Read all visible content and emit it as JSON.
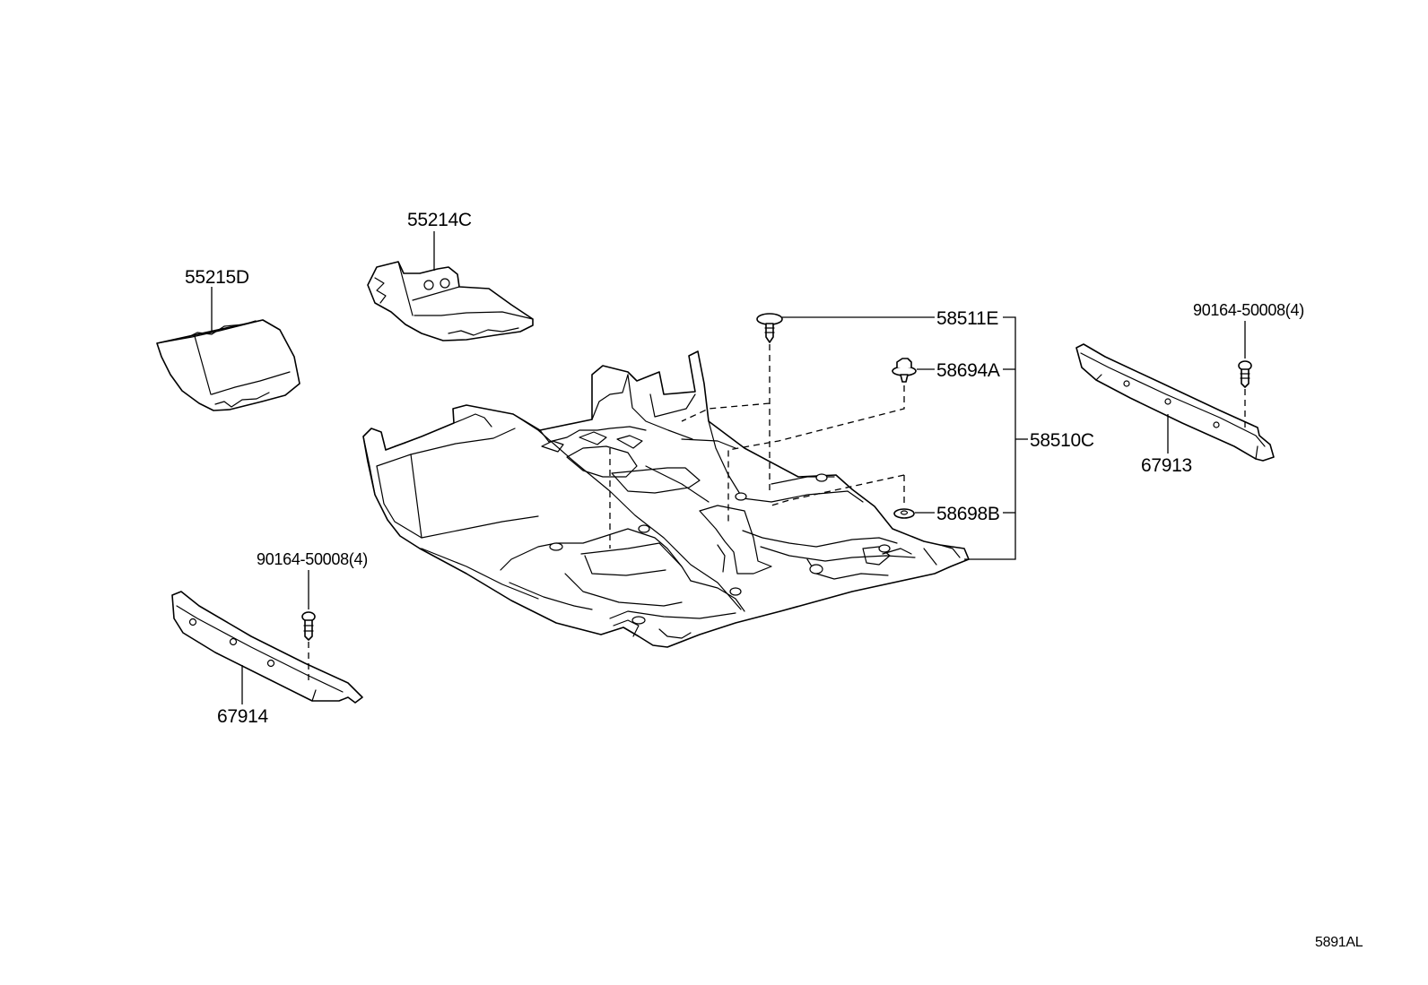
{
  "diagram": {
    "drawing_code": "5891AL",
    "parts": [
      {
        "id": "p55215d",
        "number": "55215D"
      },
      {
        "id": "p55214c",
        "number": "55214C"
      },
      {
        "id": "p58511e",
        "number": "58511E"
      },
      {
        "id": "p58694a",
        "number": "58694A"
      },
      {
        "id": "p58510c",
        "number": "58510C"
      },
      {
        "id": "p58698b",
        "number": "58698B"
      },
      {
        "id": "p90164r",
        "number": "90164-50008(4)"
      },
      {
        "id": "p67913",
        "number": "67913"
      },
      {
        "id": "p90164l",
        "number": "90164-50008(4)"
      },
      {
        "id": "p67914",
        "number": "67914"
      }
    ]
  }
}
